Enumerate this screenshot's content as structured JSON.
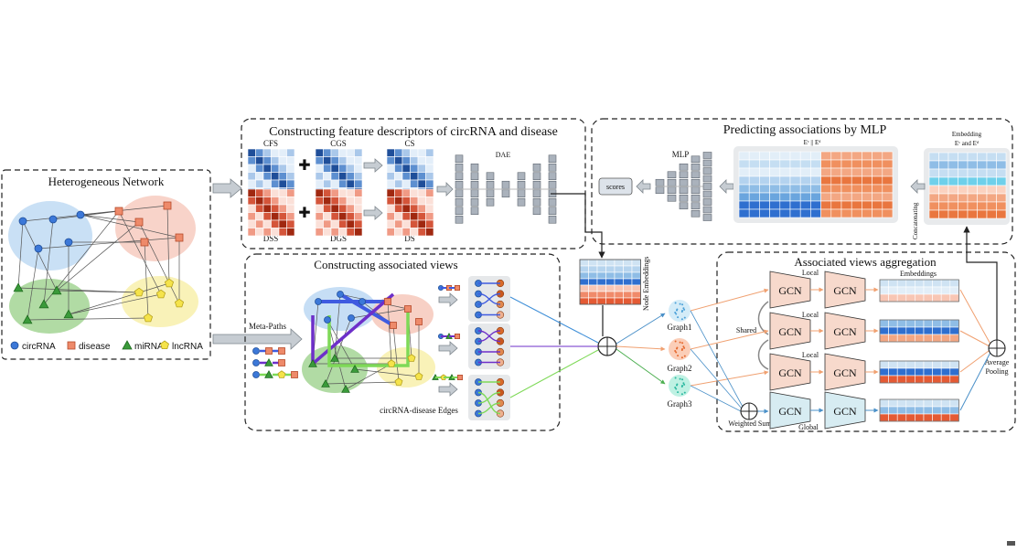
{
  "hetero": {
    "title": "Heterogeneous Network",
    "legend": [
      {
        "shape": "circle",
        "label": "circRNA"
      },
      {
        "shape": "square",
        "label": "disease"
      },
      {
        "shape": "triangle",
        "label": "miRNA"
      },
      {
        "shape": "pentagon",
        "label": "lncRNA"
      }
    ]
  },
  "feature": {
    "title": "Constructing feature descriptors of circRNA and disease",
    "labels": {
      "cfs": "CFS",
      "cgs": "CGS",
      "cs": "CS",
      "dss": "DSS",
      "dgs": "DGS",
      "ds": "DS",
      "dae": "DAE"
    },
    "plus": "✚"
  },
  "views": {
    "title": "Constructing associated views",
    "meta_paths": "Meta-Paths",
    "edges_label": "circRNA-disease Edges"
  },
  "node_embeddings": "Node Embeddings",
  "graphs": [
    "Graph1",
    "Graph2",
    "Graph3"
  ],
  "mlp": {
    "title": "Predicting associations by MLP",
    "mlp_label": "MLP",
    "scores": "scores",
    "concat_label": "Eᶜ || Eᵈ",
    "embedding_label": [
      "Embedding",
      "Eᶜ and Eᵈ"
    ],
    "concatenating": "Concatenating"
  },
  "agg": {
    "title": "Associated views aggregation",
    "embeddings": "Embeddings",
    "local": "Local",
    "global": "Global",
    "shared": "Shared",
    "weighted_sum": "Weighted Sum",
    "average_pooling": [
      "Average",
      "Pooling"
    ],
    "gcn": "GCN"
  },
  "colors": {
    "circrna": "#3c78d8",
    "disease": "#ee8a6a",
    "mirna": "#3a9a3a",
    "lncrna": "#f5e34a",
    "blue_path": "#3f5be0",
    "purple_path": "#6d2fc9",
    "green_path": "#7ed957"
  }
}
